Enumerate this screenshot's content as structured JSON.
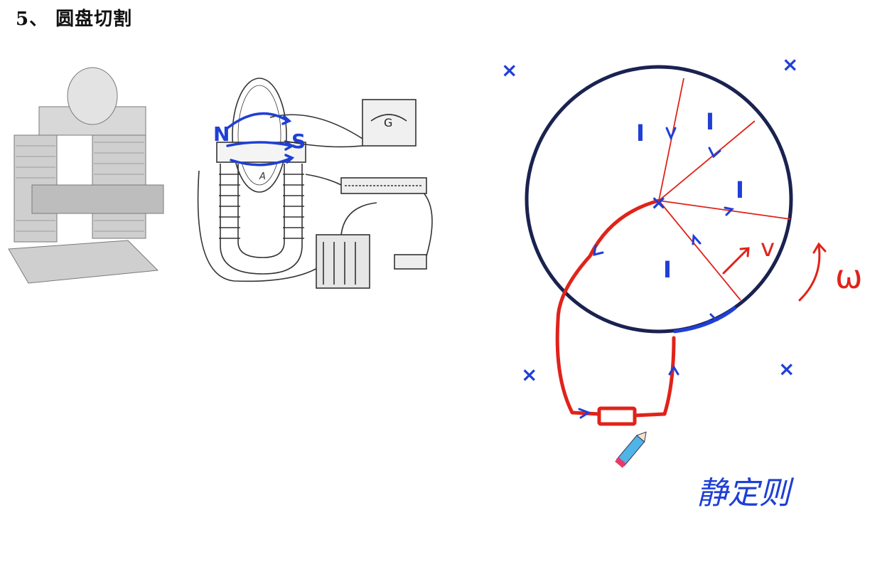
{
  "title": "5、 圆盘切割",
  "apparatus": {
    "pole_n": "N",
    "pole_s": "S",
    "meter": "G",
    "point_a": "A"
  },
  "diagram": {
    "field_mark": "×",
    "current_label": "I",
    "velocity_label": "v",
    "angular_label": "ω",
    "note": "静定则"
  },
  "colors": {
    "ink_blue": "#1f3fd6",
    "ink_red": "#e0231a",
    "disk_outline": "#1a2250"
  }
}
